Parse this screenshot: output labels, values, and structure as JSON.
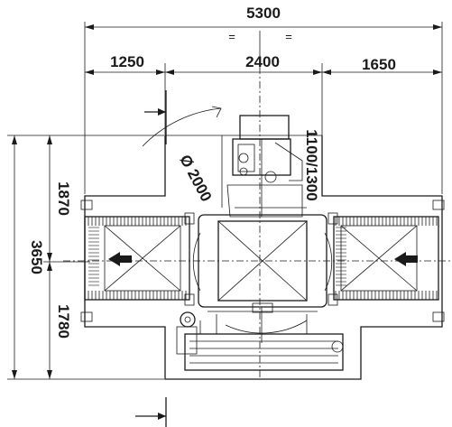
{
  "dimensions": {
    "overall_width": "5300",
    "left_segment": "1250",
    "center_segment": "2400",
    "right_segment": "1650",
    "overall_height": "3650",
    "upper_height": "1870",
    "lower_height": "1780",
    "rotation_diameter": "Ø 2000",
    "unit_depth": "1100/1300"
  },
  "symbols": {
    "equal_mark_left": "=",
    "equal_mark_right": "="
  },
  "colors": {
    "ink": "#1a1a1a",
    "background": "#ffffff"
  }
}
